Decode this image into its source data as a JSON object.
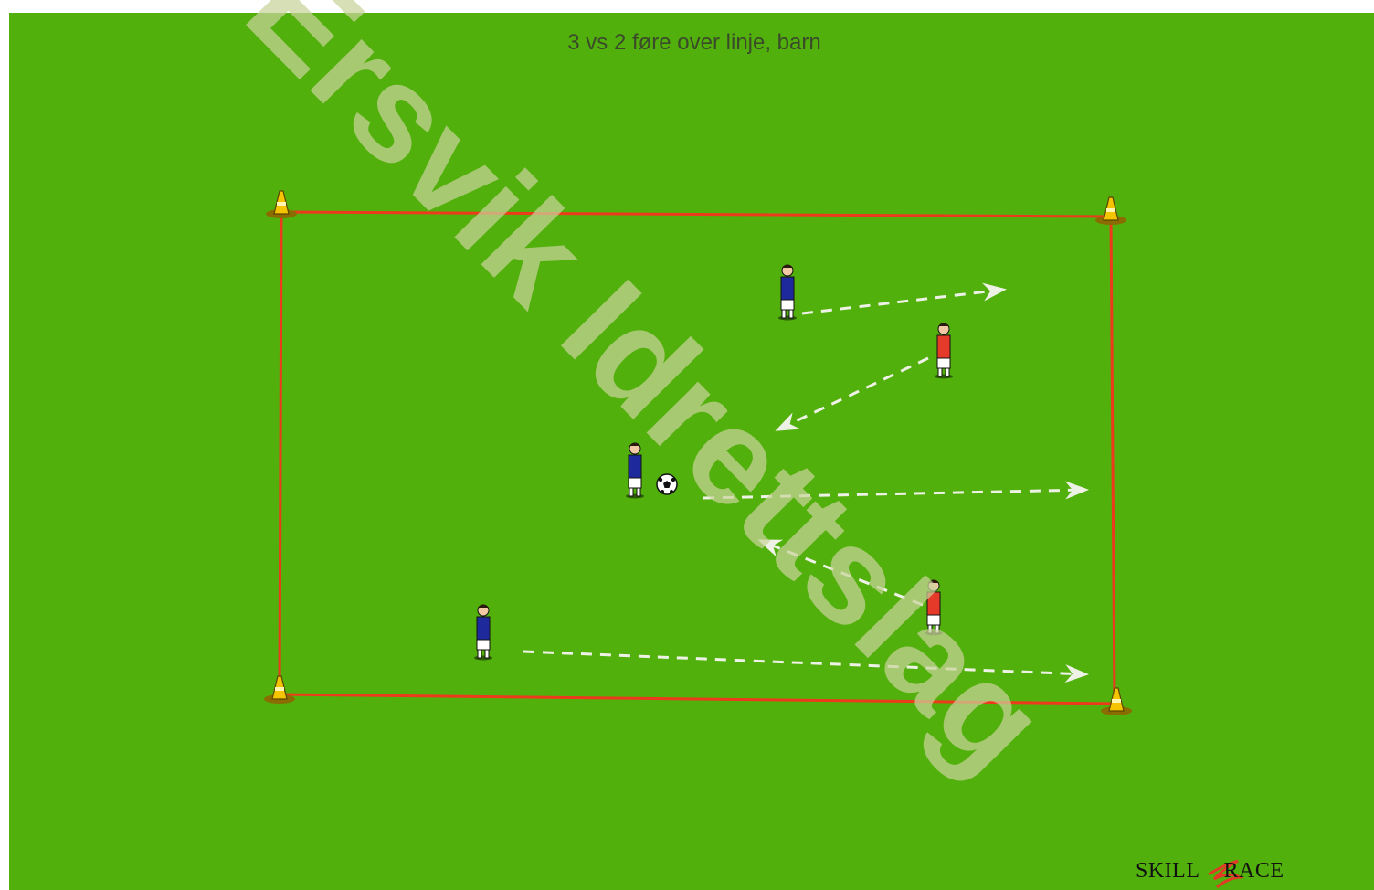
{
  "diagram": {
    "title": "3 vs 2 føre over linje, barn",
    "watermark": "Ersvik Idrettslag",
    "brand": {
      "left": "SKILL",
      "right": "RACE"
    },
    "colors": {
      "pitch": "#52b00c",
      "boundary": "#ee3a1c",
      "team_a": "#1e2a9c",
      "team_b": "#e53a2a",
      "arrow": "#eef2e6",
      "cone": "#f4c400",
      "watermark": "#c8d39a"
    },
    "players": [
      {
        "id": "blue-top",
        "team": "blue"
      },
      {
        "id": "blue-mid-ball",
        "team": "blue"
      },
      {
        "id": "blue-bottom",
        "team": "blue"
      },
      {
        "id": "red-top",
        "team": "red"
      },
      {
        "id": "red-bottom",
        "team": "red"
      }
    ],
    "cones": [
      "top-left",
      "top-right",
      "bottom-left",
      "bottom-right"
    ],
    "icons": {
      "ball": "soccer-ball-icon",
      "cone": "cone-icon",
      "arrow": "dashed-arrow"
    }
  }
}
